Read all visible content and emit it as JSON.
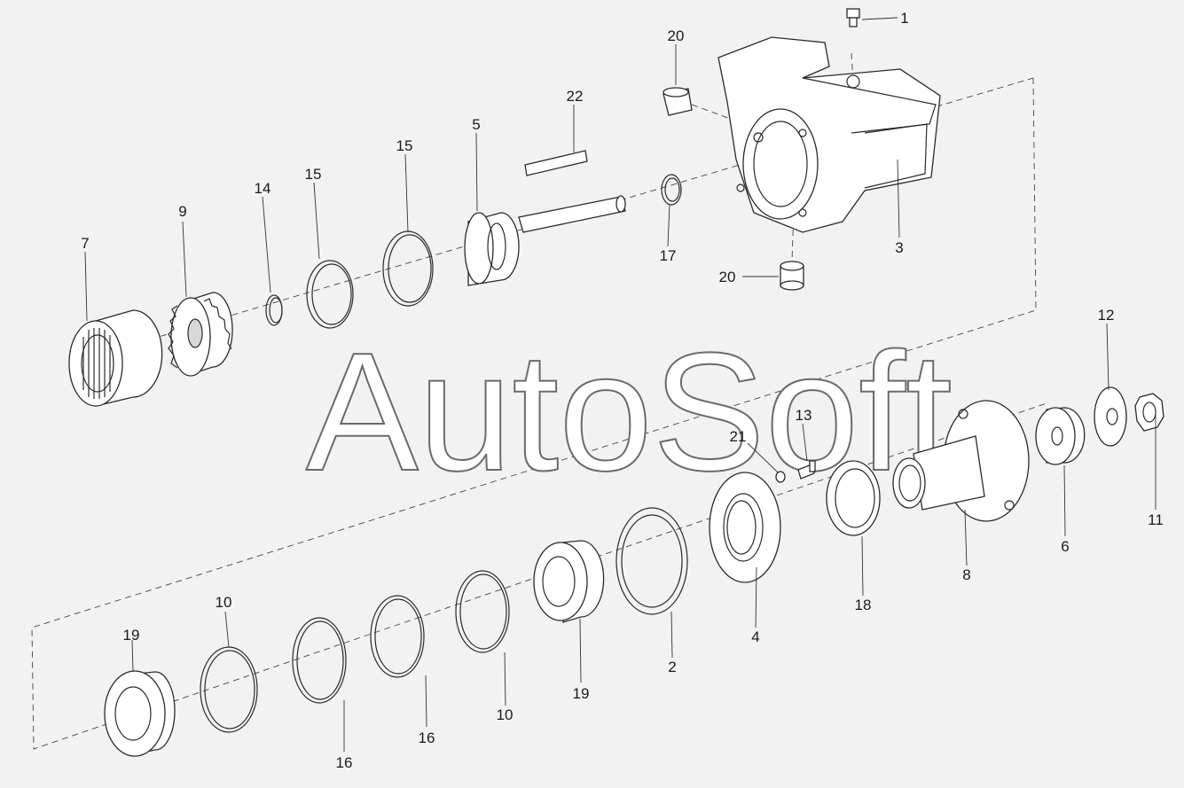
{
  "watermark": "AutoSoft",
  "labels": {
    "p1": "1",
    "p20a": "20",
    "p22": "22",
    "p5": "5",
    "p15a": "15",
    "p15b": "15",
    "p14": "14",
    "p9": "9",
    "p7": "7",
    "p17": "17",
    "p3": "3",
    "p20b": "20",
    "p12": "12",
    "p13": "13",
    "p21": "21",
    "p11": "11",
    "p6": "6",
    "p8": "8",
    "p18": "18",
    "p4": "4",
    "p2": "2",
    "p19a": "19",
    "p10a": "10",
    "p19b": "19",
    "p10b": "10",
    "p16a": "16",
    "p16b": "16"
  }
}
